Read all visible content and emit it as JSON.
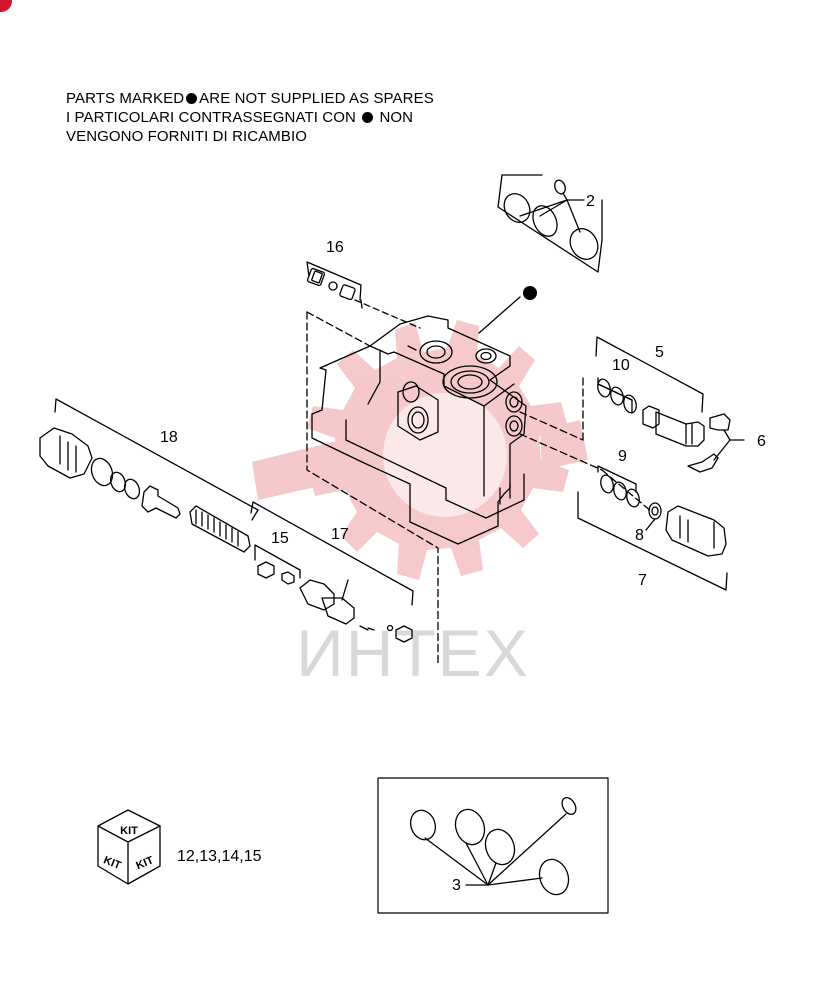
{
  "notes": {
    "line1_pre": "PARTS MARKED",
    "line1_post": "ARE NOT SUPPLIED AS SPARES",
    "line2_pre": "I PARTICOLARI CONTRASSEGNATI CON",
    "line2_post": "NON",
    "line3": "VENGONO FORNITI DI RICAMBIO"
  },
  "watermark": {
    "text": "ИНТЕХ",
    "color": "#f2b9bb"
  },
  "callouts": {
    "c2": "2",
    "c3": "3",
    "c5": "5",
    "c6": "6",
    "c7": "7",
    "c8": "8",
    "c9": "9",
    "c10": "10",
    "c15": "15",
    "c16": "16",
    "c17": "17",
    "c18": "18"
  },
  "kit": {
    "label": "KIT",
    "parts": "12,13,14,15"
  },
  "colors": {
    "line": "#000000",
    "accent": "#d0152c"
  }
}
